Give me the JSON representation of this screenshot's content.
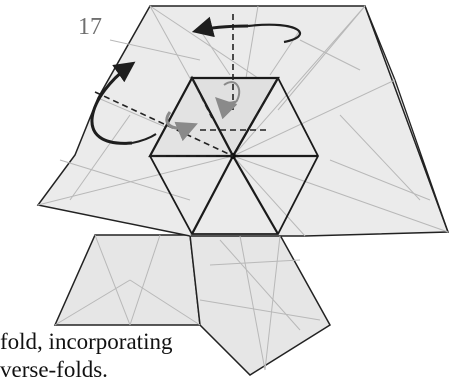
{
  "step": {
    "number": "17"
  },
  "caption": {
    "line1": "fold, incorporating",
    "line2": "verse-folds."
  },
  "colors": {
    "paper": "#e9e9e9",
    "crease": "#b8b8b8",
    "edge": "#222222",
    "arrow_black": "#1e1e1e",
    "arrow_gray": "#8a8a8a"
  },
  "icons": [
    "rotate-arrow-icon",
    "fold-arrow-icon",
    "push-arrow-icon"
  ]
}
